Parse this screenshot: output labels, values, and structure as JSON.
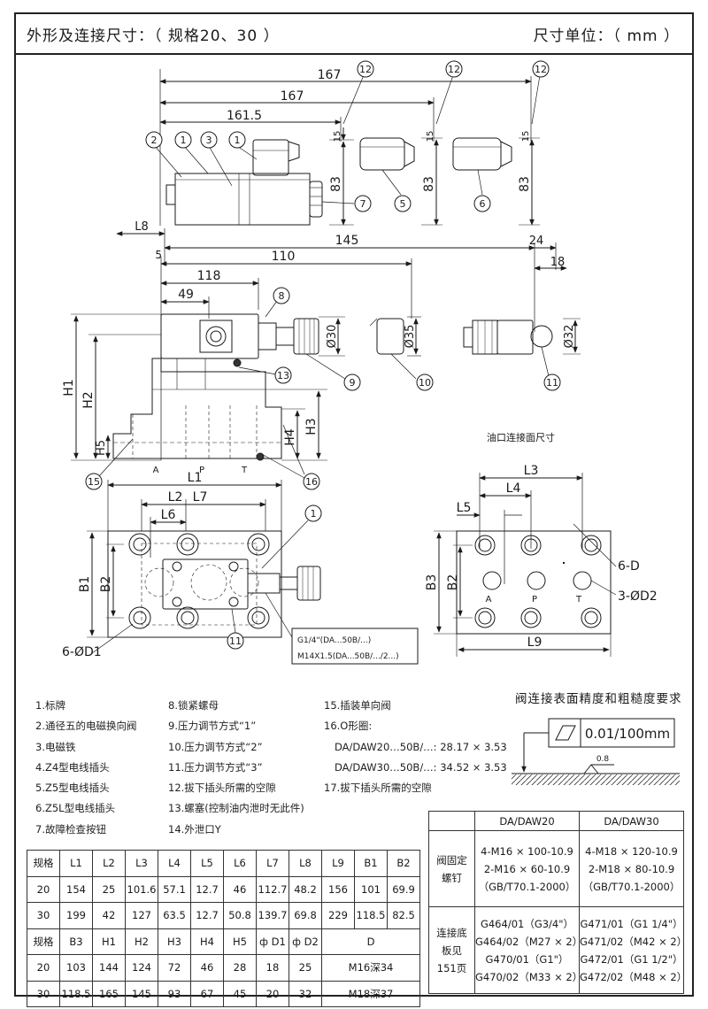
{
  "header": {
    "title": "外形及连接尺寸：（ 规格20、30 ）",
    "unit": "尺寸单位：（ mm ）"
  },
  "drawing": {
    "top_view": {
      "dims": [
        "167",
        "167",
        "161.5",
        "15",
        "15",
        "15",
        "83",
        "83",
        "83"
      ],
      "callouts": [
        "12",
        "12",
        "12",
        "2",
        "1",
        "3",
        "1",
        "7",
        "5",
        "6"
      ]
    },
    "front_view": {
      "dims": [
        "L8",
        "145",
        "24",
        "5",
        "110",
        "18",
        "118",
        "49",
        "Ø30",
        "Ø35",
        "Ø32",
        "H1",
        "H2",
        "H3",
        "H4",
        "H5"
      ],
      "callouts": [
        "8",
        "13",
        "9",
        "10",
        "11",
        "15",
        "16"
      ],
      "port_labels": [
        "A",
        "P",
        "T"
      ]
    },
    "plan_view": {
      "dims": [
        "L1",
        "L2",
        "L7",
        "L6",
        "B1",
        "B2",
        "6-ØD1"
      ],
      "callouts": [
        "1",
        "11"
      ],
      "note_lines": [
        "G1/4\"(DA...50B/...)",
        "M14X1.5(DA...50B/.../2...)"
      ]
    },
    "port_face": {
      "title": "油口连接面尺寸",
      "dims": [
        "L3",
        "L4",
        "L5",
        "B3",
        "B2",
        "L9",
        "6-D",
        "3-ØD2"
      ],
      "port_labels": [
        "A",
        "P",
        "T"
      ]
    }
  },
  "legend": {
    "col1": [
      "1.标牌",
      "2.通径五的电磁换向阀",
      "3.电磁铁",
      "4.Z4型电线插头",
      "5.Z5型电线插头",
      "6.Z5L型电线插头",
      "7.故障检查按钮"
    ],
    "col2": [
      "8.锁紧螺母",
      "9.压力调节方式“1”",
      "10.压力调节方式“2”",
      "11.压力调节方式“3”",
      "12.拔下插头所需的空隙",
      "13.螺塞(控制油内泄时无此件)",
      "14.外泄口Y"
    ],
    "col3": [
      "15.插装单向阀",
      "16.O形圈:",
      "DA/DAW20…50B/…: 28.17 × 3.53",
      "DA/DAW30…50B/…: 34.52 × 3.53",
      "17.拔下插头所需的空隙"
    ]
  },
  "surface_req": {
    "title": "阀连接表面精度和粗糙度要求",
    "flatness": "0.01/100mm",
    "roughness": "0.8"
  },
  "spec_table": {
    "header1": [
      "规格",
      "L1",
      "L2",
      "L3",
      "L4",
      "L5",
      "L6",
      "L7",
      "L8",
      "L9",
      "B1",
      "B2"
    ],
    "rows1": [
      [
        "20",
        "154",
        "25",
        "101.6",
        "57.1",
        "12.7",
        "46",
        "112.7",
        "48.2",
        "156",
        "101",
        "69.9"
      ],
      [
        "30",
        "199",
        "42",
        "127",
        "63.5",
        "12.7",
        "50.8",
        "139.7",
        "69.8",
        "229",
        "118.5",
        "82.5"
      ]
    ],
    "header2": [
      "规格",
      "B3",
      "H1",
      "H2",
      "H3",
      "H4",
      "H5",
      "ф D1",
      "ф D2",
      "D"
    ],
    "rows2": [
      [
        "20",
        "103",
        "144",
        "124",
        "72",
        "46",
        "28",
        "18",
        "25",
        "M16深34"
      ],
      [
        "30",
        "118.5",
        "165",
        "145",
        "93",
        "67",
        "45",
        "20",
        "32",
        "M18深37"
      ]
    ]
  },
  "fix_table": {
    "col_headers": [
      "DA/DAW20",
      "DA/DAW30"
    ],
    "row1_label": "阀固定螺钉",
    "row1": [
      [
        "4-M16 × 100-10.9",
        "2-M16 × 60-10.9",
        "（GB/T70.1-2000）"
      ],
      [
        "4-M18 × 120-10.9",
        "2-M18 × 80-10.9",
        "（GB/T70.1-2000）"
      ]
    ],
    "row2_label": "连接底板见151页",
    "row2": [
      [
        "G464/01（G3/4\"）",
        "G464/02（M27 × 2）",
        "G470/01（G1\"）",
        "G470/02（M33 × 2）"
      ],
      [
        "G471/01（G1 1/4\"）",
        "G471/02（M42 × 2）",
        "G472/01（G1 1/2\"）",
        "G472/02（M48 × 2）"
      ]
    ]
  }
}
